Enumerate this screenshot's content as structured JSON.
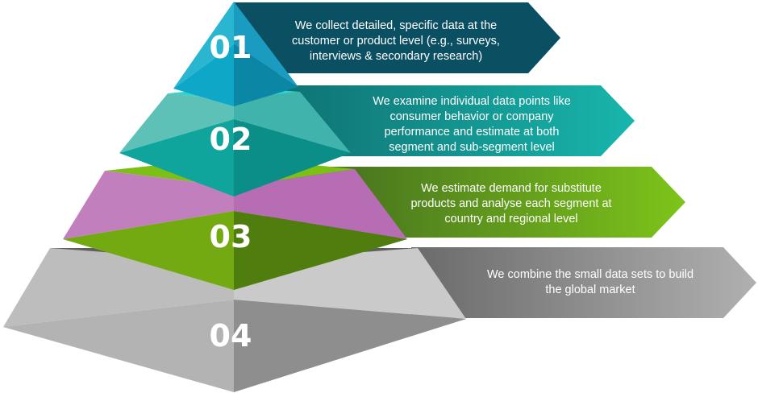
{
  "tiers": [
    {
      "number": "01",
      "lines": [
        "We collect detailed, specific data at the",
        "customer or product level (e.g., surveys,",
        "interviews & secondary research)"
      ],
      "colors": {
        "left": "#2ab6d1",
        "right": "#1690b3",
        "bottomLeft": "#0fa7c8",
        "bottomRight": "#0b86a5",
        "rim": "#2fd3c7",
        "banner": "#0b4f63"
      }
    },
    {
      "number": "02",
      "lines": [
        "We examine individual data points like",
        "consumer behavior or company",
        "performance and estimate at both",
        "segment and sub-segment level"
      ],
      "colors": {
        "left": "#5ec1b7",
        "right": "#2ea6a0",
        "bottomLeft": "#10a59c",
        "bottomRight": "#0a8e87",
        "rim": "#7ec417",
        "banner": "#0e6a6c",
        "bannerEnd": "#18b6ad"
      }
    },
    {
      "number": "03",
      "lines": [
        "We estimate demand for substitute",
        "products and analyse each segment at",
        "country and regional level"
      ],
      "colors": {
        "left": "#c27fbe",
        "right": "#b56cb2",
        "bottomLeft": "#73a911",
        "bottomRight": "#4f7d0e",
        "rim": "#5c5c5c",
        "banner": "#3d6320",
        "bannerEnd": "#7dc41a"
      }
    },
    {
      "number": "04",
      "lines": [
        "We combine the small data sets to build",
        "the global market"
      ],
      "colors": {
        "left": "#bdbdbd",
        "right": "#c8c8c8",
        "bottomLeft": "#b3b3b3",
        "bottomRight": "#8e8e8e",
        "banner": "#6e6e6e",
        "bannerEnd": "#a9a9a9"
      }
    }
  ]
}
